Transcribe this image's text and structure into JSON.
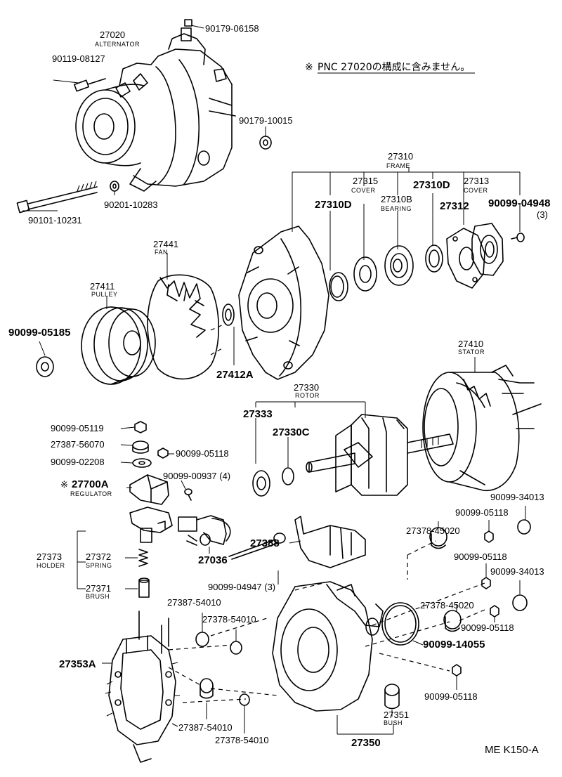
{
  "note": {
    "mark": "※",
    "text": "PNC 27020の構成に含みません。"
  },
  "code": "ME  K150-A",
  "labels": {
    "alternator_num": "27020",
    "alternator_name": "ALTERNATOR",
    "terminal_nut": "90179-06158",
    "bolt_top": "90119-08127",
    "nut_10015": "90179-10015",
    "long_bolt": "90101-10231",
    "washer_10283": "90201-10283",
    "frame_num": "27310",
    "frame_name": "FRAME",
    "cover_num": "27315",
    "cover_name": "COVER",
    "frame_d_left": "27310D",
    "bearing_num": "27310B",
    "bearing_name": "BEARING",
    "frame_d_right": "27310D",
    "cover2_num": "27313",
    "cover2_name": "COVER",
    "part_27312": "27312",
    "screw_04948": "90099-04948",
    "screw_04948_qty": "(3)",
    "fan_num": "27441",
    "fan_name": "FAN",
    "pulley_num": "27411",
    "pulley_name": "PULLEY",
    "nut_05185": "90099-05185",
    "spacer_27412a": "27412A",
    "stator_num": "27410",
    "stator_name": "STATOR",
    "rotor_num": "27330",
    "rotor_name": "ROTOR",
    "part_27333": "27333",
    "part_27330c": "27330C",
    "nut_05119": "90099-05119",
    "insulator_56070": "27387-56070",
    "nut_05118_a": "90099-05118",
    "washer_02208": "90099-02208",
    "screw_00937": "90099-00937 (4)",
    "regulator_mark": "※",
    "regulator_num": "27700A",
    "regulator_name": "REGULATOR",
    "holder_num": "27373",
    "holder_name": "HOLDER",
    "spring_num": "27372",
    "spring_name": "SPRING",
    "brush_num": "27371",
    "brush_name": "BRUSH",
    "part_27036": "27036",
    "part_27388": "27388",
    "bolt_04947": "90099-04947 (3)",
    "insulator_45020_a": "27378-45020",
    "nut_05118_b": "90099-05118",
    "cap_34013_a": "90099-34013",
    "nut_05118_c": "90099-05118",
    "cap_34013_b": "90099-34013",
    "insulator_45020_b": "27378-45020",
    "nut_05118_d": "90099-05118",
    "oring_14055": "90099-14055",
    "nut_05118_e": "90099-05118",
    "insulator_54010_a": "27387-54010",
    "insulator_54010_b": "27378-54010",
    "rectifier_27353a": "27353A",
    "bush_num": "27351",
    "bush_name": "BUSH",
    "insulator_54010_c": "27387-54010",
    "insulator_54010_d": "27378-54010",
    "end_frame_27350": "27350"
  }
}
